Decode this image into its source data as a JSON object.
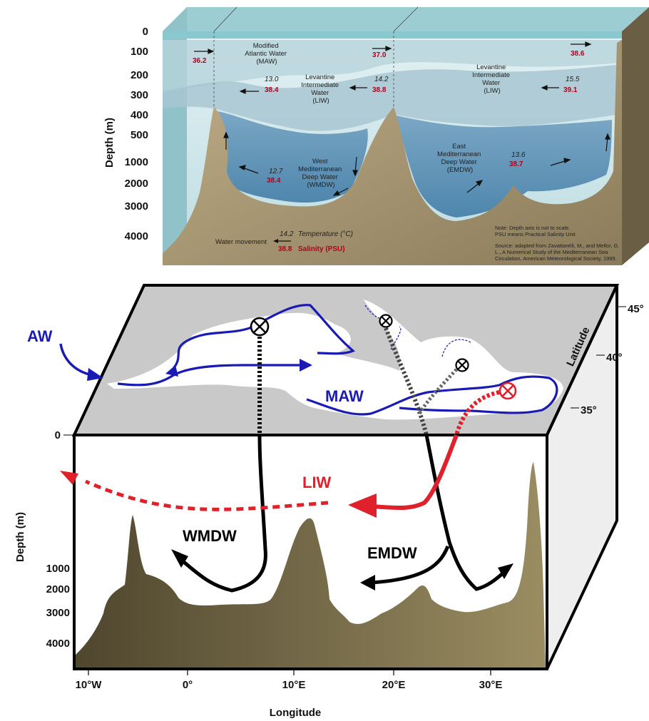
{
  "top_panel": {
    "depth_axis_label": "Depth (m)",
    "depth_ticks": [
      "0",
      "100",
      "200",
      "300",
      "400",
      "500",
      "1000",
      "2000",
      "3000",
      "4000"
    ],
    "water_masses": {
      "maw": [
        "Modified",
        "Atlantic Water",
        "(MAW)"
      ],
      "liw_west": [
        "Levantine",
        "Intermediate",
        "Water",
        "(LIW)"
      ],
      "liw_east": [
        "Levantine",
        "Intermediate",
        "Water",
        "(LIW)"
      ],
      "wmdw": [
        "West",
        "Mediterranean",
        "Deep Water",
        "(WMDW)"
      ],
      "emdw": [
        "East",
        "Mediterranean",
        "Deep Water",
        "(EMDW)"
      ]
    },
    "readings": [
      {
        "salinity": "36.2"
      },
      {
        "salinity": "37.0"
      },
      {
        "salinity": "38.6"
      },
      {
        "temperature": "13.0",
        "salinity": "38.4"
      },
      {
        "temperature": "14.2",
        "salinity": "38.8"
      },
      {
        "temperature": "15.5",
        "salinity": "39.1"
      },
      {
        "temperature": "12.7",
        "salinity": "38.4"
      },
      {
        "temperature": "13.6",
        "salinity": "38.7"
      }
    ],
    "legend": {
      "movement": "Water movement",
      "temp_value": "14.2",
      "temp_label": "Temperature (°C)",
      "sal_value": "38.8",
      "sal_label": "Salinity (PSU)"
    },
    "notes": [
      "Note: Depth axis is not to scale.",
      "PSU means Practical Salinity Unit",
      "Source: adapted from Zavattarelli, M., and Mellor, G.",
      "L., A Numerical Study of the Mediterranean Sea",
      "Circulation, American Meteorological Society, 1995."
    ]
  },
  "bottom_panel": {
    "labels": {
      "aw": "AW",
      "maw": "MAW",
      "liw": "LIW",
      "wmdw": "WMDW",
      "emdw": "EMDW"
    },
    "latitude_label": "Latitude",
    "latitude_ticks": [
      "45°",
      "40°",
      "35°"
    ],
    "depth_axis_label": "Depth (m)",
    "depth_ticks": [
      "0",
      "1000",
      "2000",
      "3000",
      "4000"
    ],
    "longitude_label": "Longitude",
    "longitude_ticks": [
      "10°W",
      "0°",
      "10°E",
      "20°E",
      "30°E"
    ]
  },
  "colors": {
    "aw_blue": "#1a1ab4",
    "liw_red": "#e0202a",
    "deep_black": "#000000",
    "seafloor_brown": "#6f6446",
    "top_water": "#cfe6ea",
    "top_seafloor": "#a99a78"
  }
}
